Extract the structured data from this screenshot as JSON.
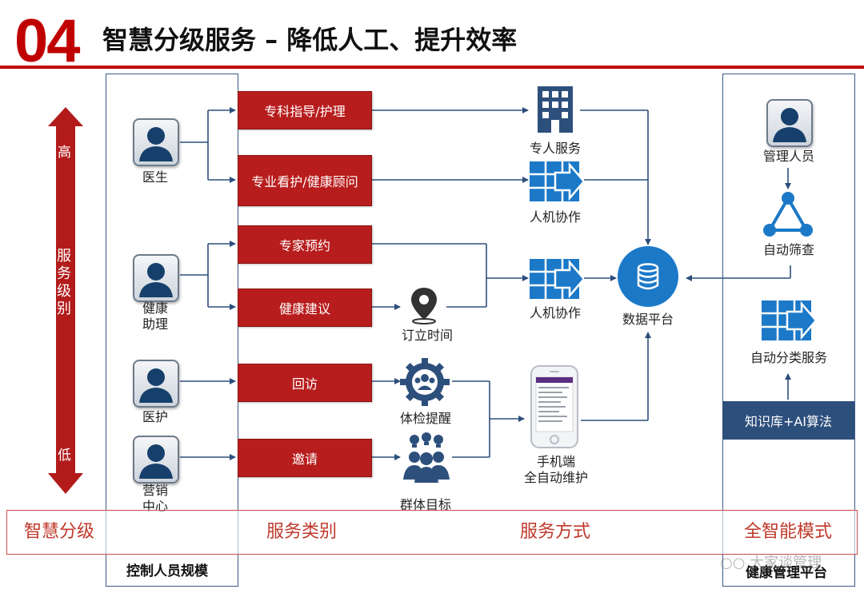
{
  "header": {
    "number": "04",
    "title": "智慧分级服务 – 降低人工、提升效率"
  },
  "axis": {
    "high": "高",
    "low": "低",
    "label": "服务级别"
  },
  "roles": {
    "doctor": "医生",
    "assistant": "健康\n助理",
    "nurse": "医护",
    "marketing": "营销\n中心"
  },
  "services": [
    "专科指导/护理",
    "专业看护/健康顾问",
    "专家预约",
    "健康建议",
    "回访",
    "邀请"
  ],
  "methods": {
    "expert": "专人服务",
    "hmc1": "人机协作",
    "hmc2": "人机协作",
    "booking": "订立时间",
    "checkup": "体检提醒",
    "group": "群体目标",
    "mobile": "手机端\n全自动维护",
    "data_platform": "数据平台"
  },
  "ai": {
    "manager": "管理人员",
    "screening": "自动筛查",
    "classify": "自动分类服务",
    "kb": "知识库+AI算法"
  },
  "band": [
    "智慧分级",
    "服务类别",
    "服务方式",
    "全智能模式"
  ],
  "footer": {
    "left": "控制人员规模",
    "right": "健康管理平台",
    "watermark": "大家谈管理"
  },
  "colors": {
    "accent_red": "#c00000",
    "box_red": "#b81d1d",
    "navy": "#2d4f7c",
    "blue": "#1b79c8"
  },
  "icons": [
    "person-icon",
    "building-icon",
    "grid-arrow-icon",
    "location-pin-icon",
    "gear-people-icon",
    "bulb-people-icon",
    "smartphone-icon",
    "database-icon",
    "network-icon"
  ]
}
